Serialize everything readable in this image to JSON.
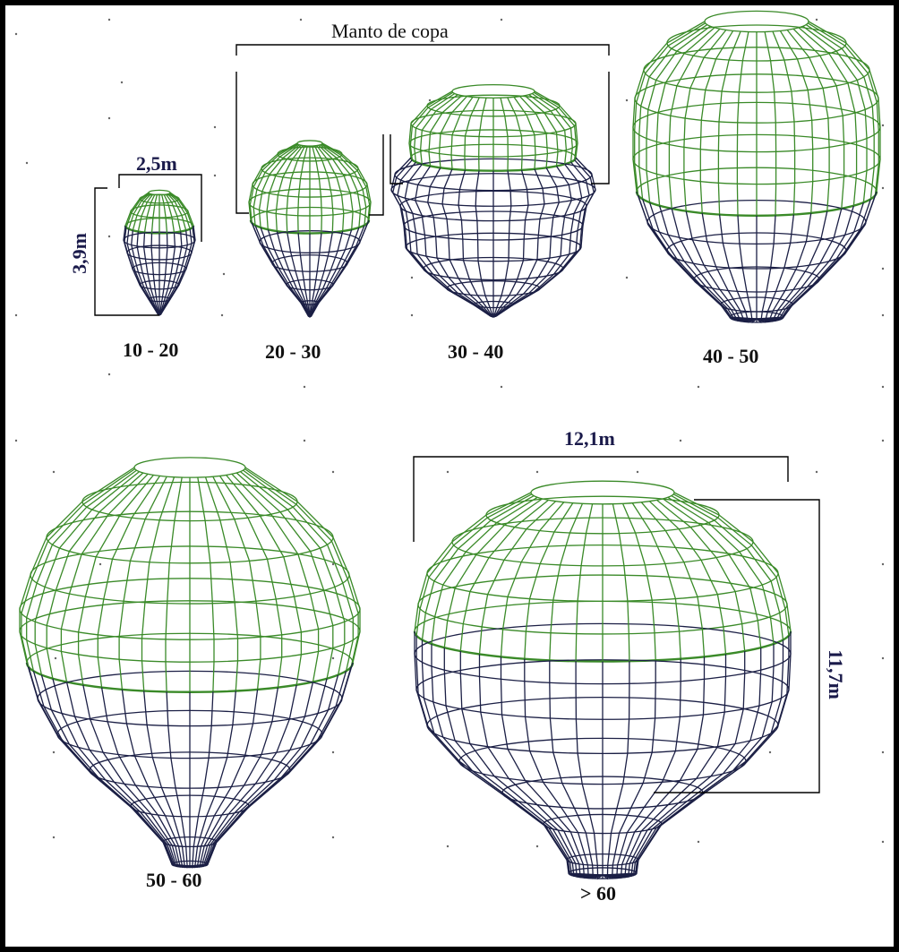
{
  "title": "Manto de copa",
  "colors": {
    "crown_upper": "#3a8a28",
    "crown_lower": "#1b1f45",
    "frame": "#000000",
    "dimension_text": "#1a1a4a"
  },
  "dimensions": {
    "small_width": "2,5m",
    "small_height": "3,9m",
    "large_width": "12,1m",
    "large_height": "11,7m"
  },
  "crowns": [
    {
      "class_label": "10 - 20"
    },
    {
      "class_label": "20 - 30"
    },
    {
      "class_label": "30 - 40"
    },
    {
      "class_label": "40 - 50"
    },
    {
      "class_label": "50 - 60"
    },
    {
      "class_label": "> 60"
    }
  ]
}
